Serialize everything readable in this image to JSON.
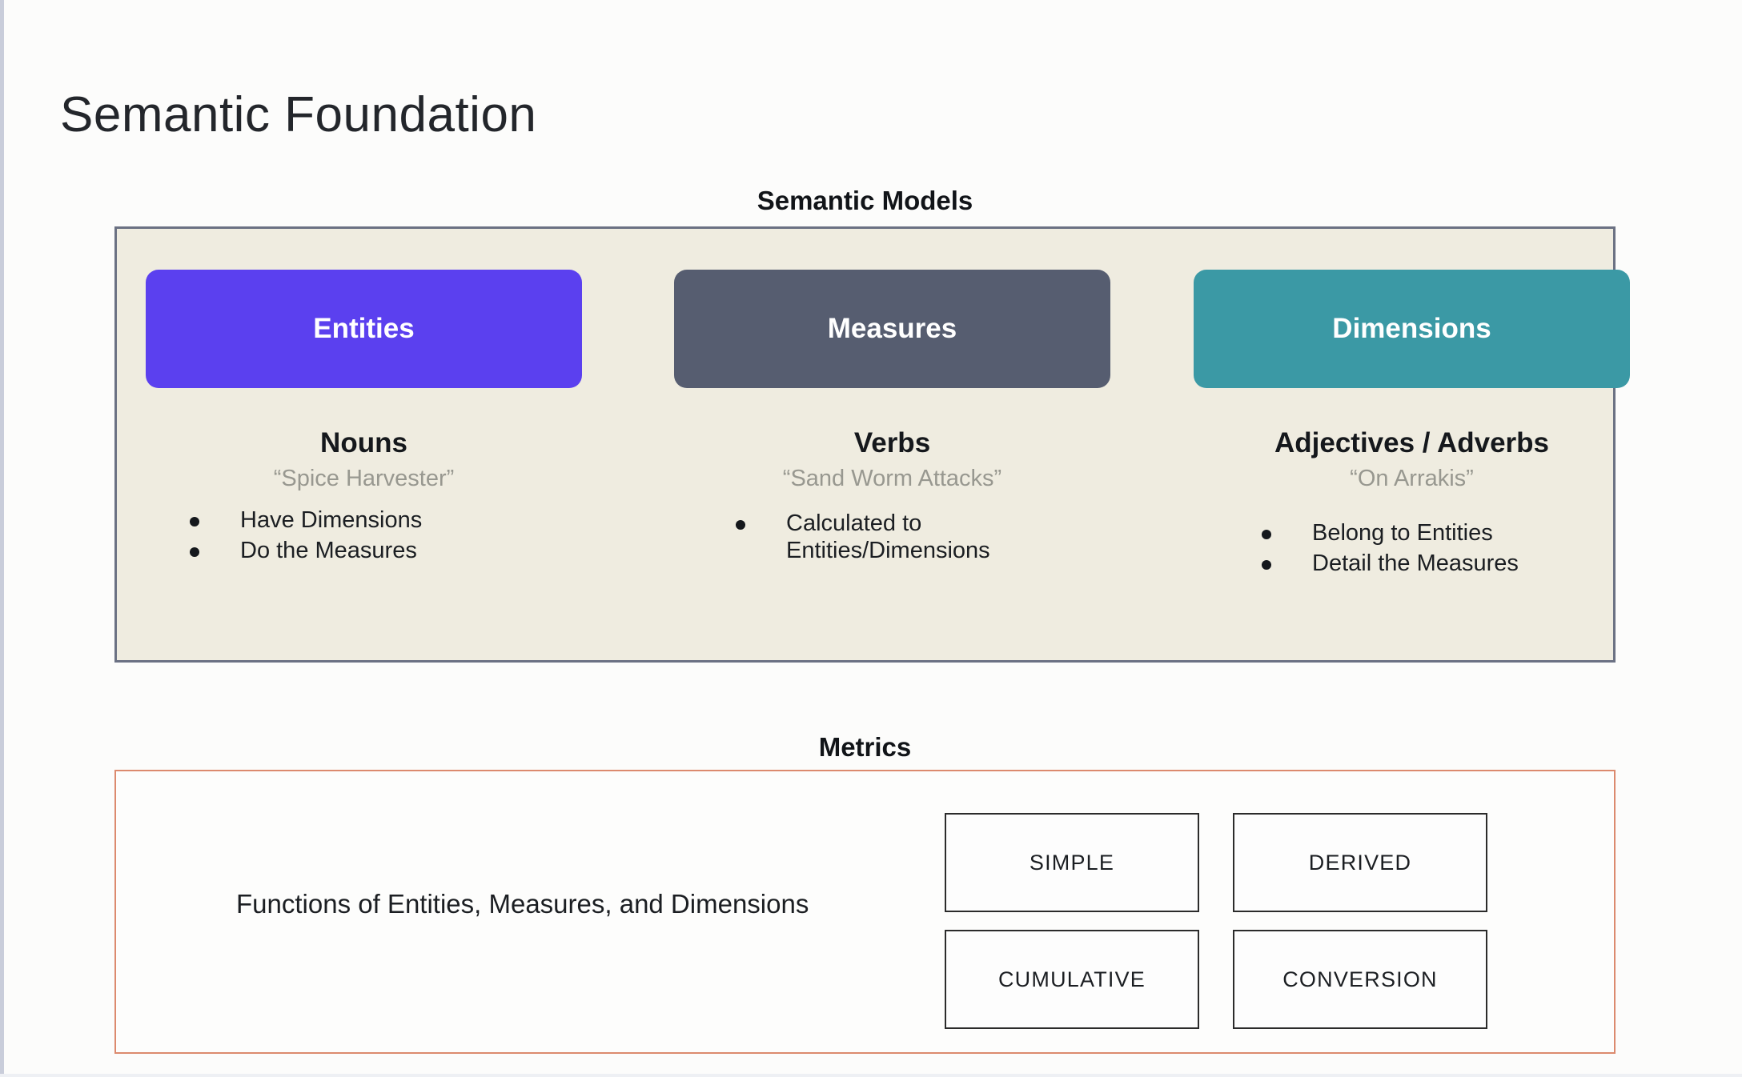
{
  "slide": {
    "title": "Semantic Foundation",
    "background_color": "#fcfcfb"
  },
  "semantic_models": {
    "heading": "Semantic Models",
    "panel_background": "#efece0",
    "panel_border_color": "#6b7183",
    "columns": [
      {
        "chip_label": "Entities",
        "chip_color": "#5b40ef",
        "part_of_speech": "Nouns",
        "example": "“Spice Harvester”",
        "bullets": [
          "Have Dimensions",
          "Do the Measures"
        ]
      },
      {
        "chip_label": "Measures",
        "chip_color": "#565d70",
        "part_of_speech": "Verbs",
        "example": "“Sand Worm Attacks”",
        "bullets": [
          "Calculated to Entities/Dimensions"
        ]
      },
      {
        "chip_label": "Dimensions",
        "chip_color": "#3b99a5",
        "part_of_speech": "Adjectives / Adverbs",
        "example": "“On Arrakis”",
        "bullets": [
          "Belong to Entities",
          "Detail the Measures"
        ]
      }
    ]
  },
  "metrics": {
    "heading": "Metrics",
    "panel_border_color": "#dc8a6e",
    "description": "Functions of Entities, Measures, and Dimensions",
    "types": [
      "SIMPLE",
      "DERIVED",
      "CUMULATIVE",
      "CONVERSION"
    ]
  }
}
